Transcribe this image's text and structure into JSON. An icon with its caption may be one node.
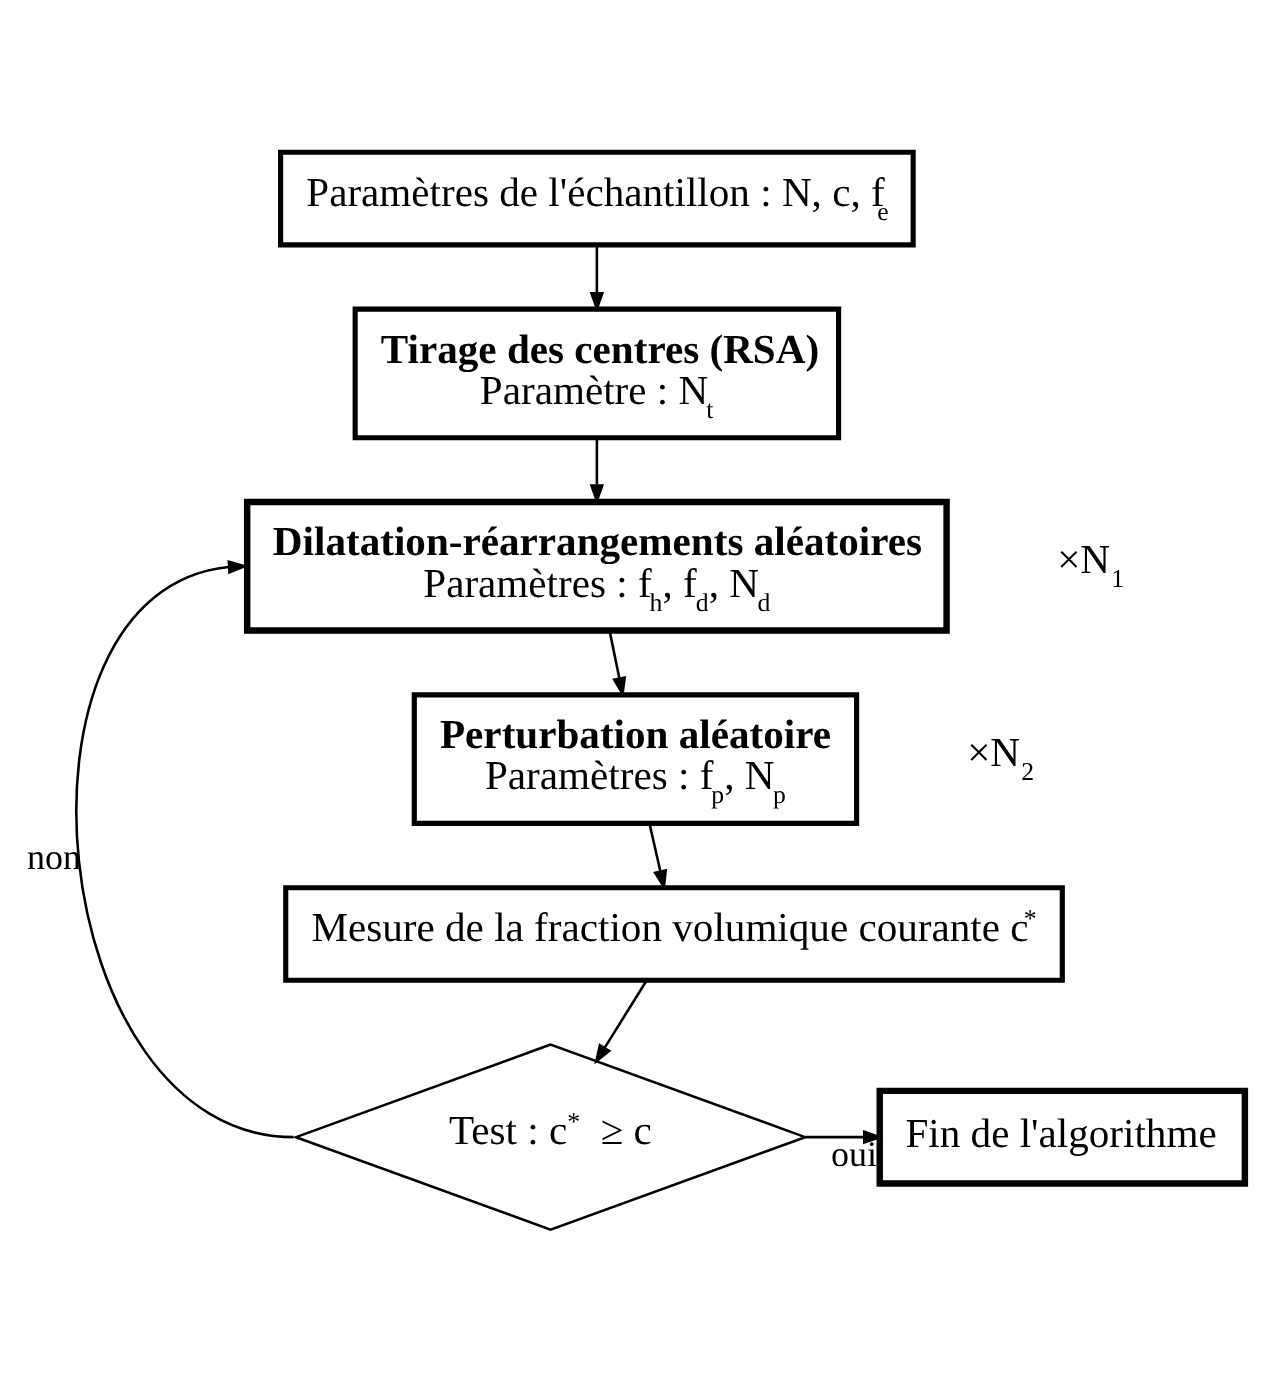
{
  "diagram": {
    "nodes": [
      {
        "text": [
          "Paramètres de l'échantillon : N, c, f$_{e}$"
        ]
      },
      {
        "text": [
          "Tirage des centres (RSA)",
          "Paramètre : N$_{t}$"
        ]
      },
      {
        "text": [
          "Dilatation-réarrangements aléatoires",
          "Paramètres : f$_{h}$, f$_{d}$, N$_{d}$"
        ],
        "beside": [
          "×N$_{1}$"
        ]
      },
      {
        "text": [
          "Perturbation aléatoire",
          "Paramètres : f$_{p}$, N$_{p}$"
        ],
        "beside": [
          "×N$_{2}$"
        ]
      },
      {
        "text": [
          "Mesure de la fraction volumique courante c$^{*}$"
        ]
      },
      {
        "text": [
          "Test : c$^{*}$ ≥ c"
        ]
      },
      {
        "text": [
          "Fin de l'algorithme"
        ]
      }
    ],
    "edges": [
      {
        "from": 0,
        "to": 1,
        "arrow": "to"
      },
      {
        "from": 1,
        "to": 2,
        "arrow": "to"
      },
      {
        "from": 2,
        "to": 3,
        "arrow": "to"
      },
      {
        "from": 3,
        "to": 4,
        "arrow": "to"
      },
      {
        "from": 4,
        "to": 5,
        "arrow": "to"
      },
      {
        "from": 5,
        "to": 2,
        "label": "non",
        "arrow": "to"
      },
      {
        "from": 5,
        "to": 6,
        "label": "oui",
        "arrow": "to"
      }
    ]
  }
}
